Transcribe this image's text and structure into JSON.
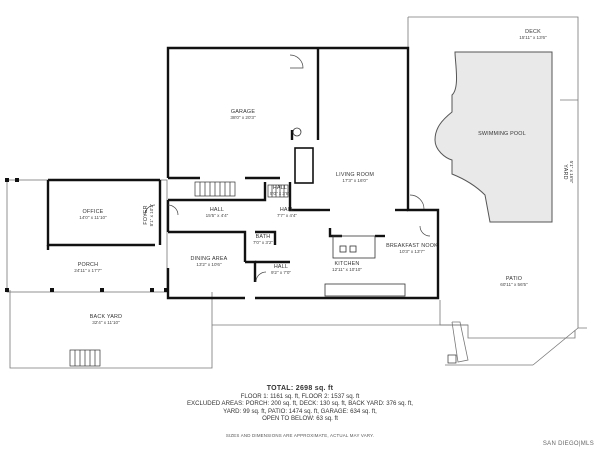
{
  "rooms": {
    "deck": {
      "name": "DECK",
      "dim": "15'11\" x 13'6\""
    },
    "pool": {
      "name": "SWIMMING POOL",
      "dim": ""
    },
    "yard": {
      "name": "YARD",
      "dim": "5'1\" x 16'8\""
    },
    "garage": {
      "name": "GARAGE",
      "dim": "38'0\" x 20'3\""
    },
    "living": {
      "name": "LIVING ROOM",
      "dim": "17'3\" x 16'0\""
    },
    "office": {
      "name": "OFFICE",
      "dim": "14'0\" x 11'10\""
    },
    "foyer": {
      "name": "FOYER",
      "dim": "8'1\" x 10'1\""
    },
    "hall_a": {
      "name": "HALL",
      "dim": "5'0\" x 3'8\""
    },
    "hall_b": {
      "name": "HALL",
      "dim": "15'5\" x 4'4\""
    },
    "hall_c": {
      "name": "HALL",
      "dim": "7'7\" x 4'4\""
    },
    "hall_d": {
      "name": "HALL",
      "dim": "9'2\" x 7'0\""
    },
    "porch": {
      "name": "PORCH",
      "dim": "24'11\" x 17'7\""
    },
    "dining": {
      "name": "DINING AREA",
      "dim": "13'2\" x 10'6\""
    },
    "bath": {
      "name": "BATH",
      "dim": "7'0\" x 3'2\""
    },
    "breakfast": {
      "name": "BREAKFAST NOOK",
      "dim": "10'3\" x 13'7\""
    },
    "kitchen": {
      "name": "KITCHEN",
      "dim": "12'11\" x 10'10\""
    },
    "patio": {
      "name": "PATIO",
      "dim": "60'11\" x 56'5\""
    },
    "backyard": {
      "name": "BACK YARD",
      "dim": "32'4\" x 11'10\""
    }
  },
  "summary": {
    "total": "TOTAL: 2698 sq. ft",
    "line1": "FLOOR 1: 1161 sq. ft, FLOOR 2: 1537 sq. ft",
    "line2": "EXCLUDED AREAS: PORCH: 200 sq. ft, DECK: 130 sq. ft, BACK YARD: 376 sq. ft,",
    "line3": "YARD: 99 sq. ft, PATIO: 1474 sq. ft, GARAGE: 634 sq. ft,",
    "line4": "OPEN TO BELOW: 63 sq. ft"
  },
  "disclaimer": "SIZES AND DIMENSIONS ARE APPROXIMATE, ACTUAL MAY VARY.",
  "watermark": "SAN DIEGO|MLS",
  "colors": {
    "wall": "#111111",
    "thin_line": "#777777",
    "pool_fill": "#e9e9e9",
    "background": "#ffffff"
  }
}
